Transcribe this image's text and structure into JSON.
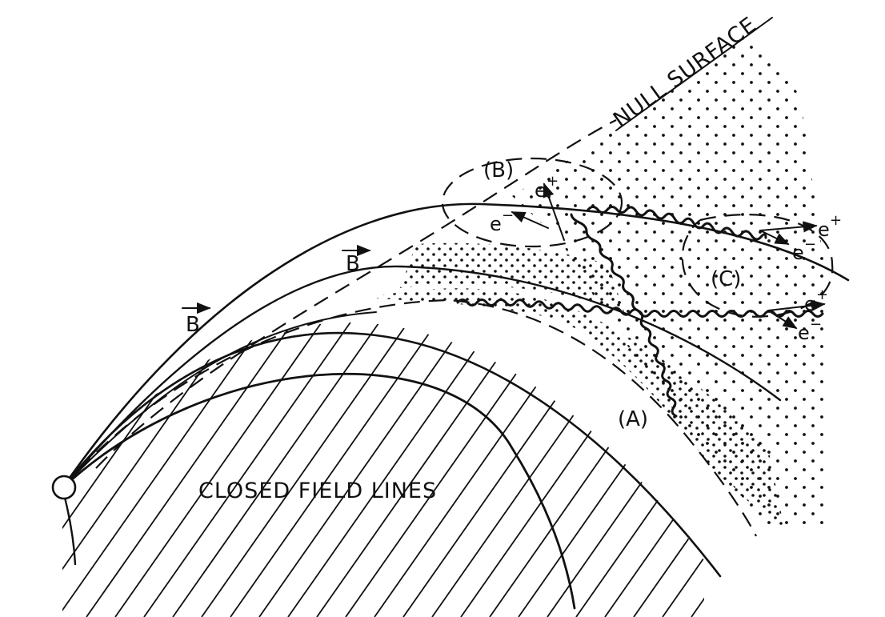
{
  "labels": {
    "null_surface": "NULL SURFACE",
    "closed_field_lines": "CLOSED FIELD LINES",
    "region_a": "(A)",
    "region_b": "(B)",
    "region_c": "(C)",
    "b_field_1": "B",
    "b_field_2": "B",
    "b_electron": "e",
    "b_positron": "e",
    "c_positron": "e",
    "c_electron": "e",
    "a_positron": "e",
    "a_electron": "e",
    "plus_sign": "+",
    "minus_sign": "−"
  },
  "colors": {
    "ink": "#111111",
    "paper": "#ffffff"
  }
}
